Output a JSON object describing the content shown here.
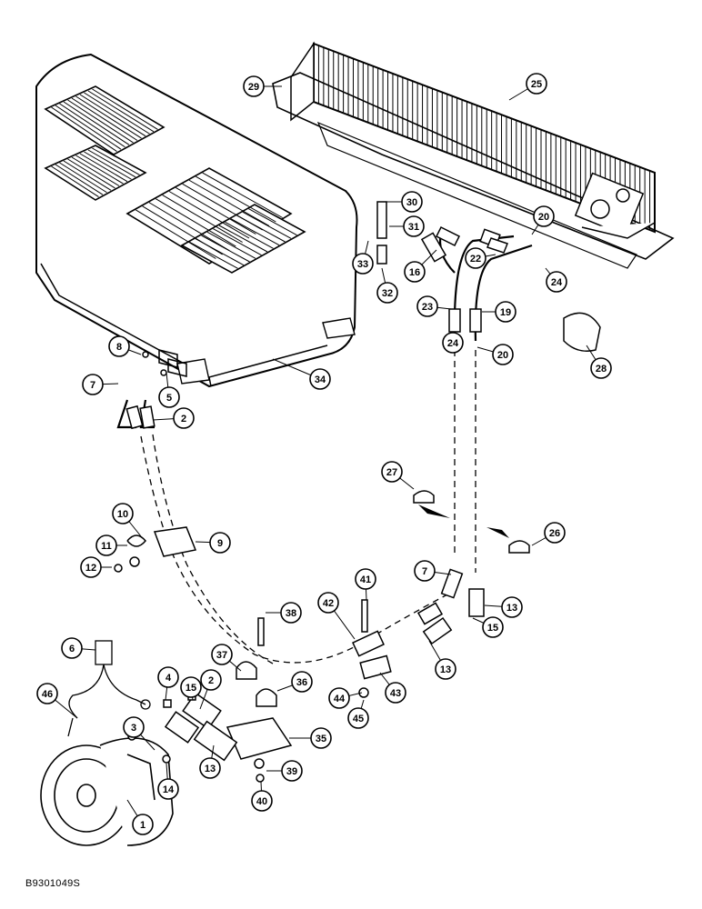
{
  "figure_id": "B9301049S",
  "callouts": [
    "1",
    "2",
    "3",
    "4",
    "5",
    "6",
    "7",
    "8",
    "9",
    "10",
    "11",
    "12",
    "13",
    "14",
    "15",
    "16",
    "19",
    "20",
    "22",
    "23",
    "24",
    "25",
    "26",
    "27",
    "28",
    "29",
    "30",
    "31",
    "32",
    "33",
    "34",
    "35",
    "36",
    "37",
    "38",
    "39",
    "40",
    "41",
    "42",
    "43",
    "44",
    "45",
    "46"
  ]
}
